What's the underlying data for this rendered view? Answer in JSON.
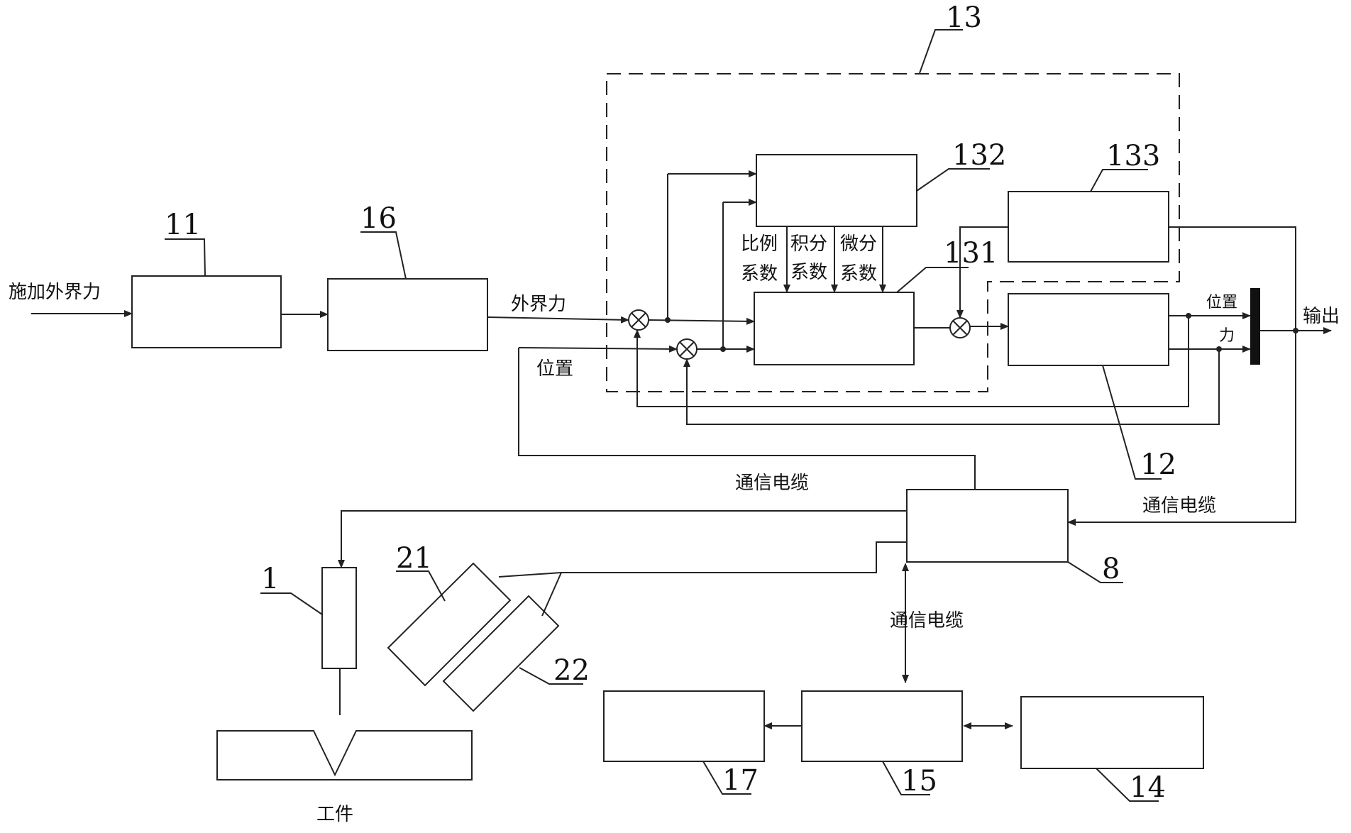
{
  "inputs": {
    "applied_force": "施加外界力",
    "external_force": "外界力",
    "position": "位置"
  },
  "pid": {
    "proportional": [
      "比例",
      "系数"
    ],
    "integral": [
      "积分",
      "系数"
    ],
    "derivative": [
      "微分",
      "系数"
    ]
  },
  "outputs": {
    "position": "位置",
    "force": "力",
    "output": "输出"
  },
  "cables": {
    "cable_top": "通信电缆",
    "cable_right": "通信电缆",
    "cable_bottom": "通信电缆"
  },
  "workpiece": "工件",
  "ref_numbers": {
    "r13": "13",
    "r132": "132",
    "r133": "133",
    "r131": "131",
    "r11": "11",
    "r16": "16",
    "r12": "12",
    "r8": "8",
    "r1": "1",
    "r21": "21",
    "r22": "22",
    "r17": "17",
    "r15": "15",
    "r14": "14"
  }
}
